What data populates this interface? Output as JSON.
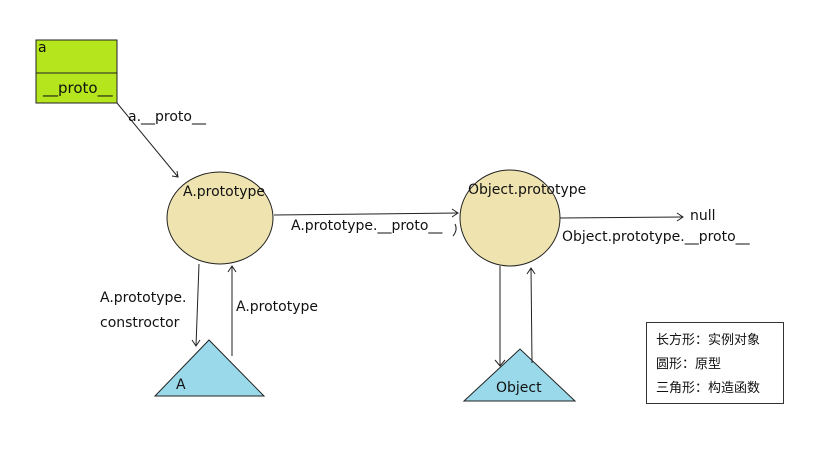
{
  "diagram": {
    "colors": {
      "instance_fill": "#b5e61d",
      "prototype_fill": "#efe4b0",
      "constructor_fill": "#99d9ea",
      "stroke": "#222222"
    },
    "instance": {
      "name": "a",
      "slot": "__proto__"
    },
    "prototype_a": {
      "label": "A.prototype"
    },
    "prototype_object": {
      "label": "Object.prototype"
    },
    "constructor_a": {
      "label": "A"
    },
    "constructor_object": {
      "label": "Object"
    },
    "null_label": "null",
    "edges": {
      "a_proto": "a.__proto__",
      "a_prototype_proto": "A.prototype.__proto__",
      "object_prototype_proto": "Object.prototype.__proto__",
      "a_prototype_constructor_line1": "A.prototype.",
      "a_prototype_constructor_line2": "constroctor",
      "a_prototype_link": "A.prototype"
    },
    "legend": {
      "rectangle": "长方形：实例对象",
      "circle": "圆形：原型",
      "triangle": "三角形：构造函数"
    }
  }
}
